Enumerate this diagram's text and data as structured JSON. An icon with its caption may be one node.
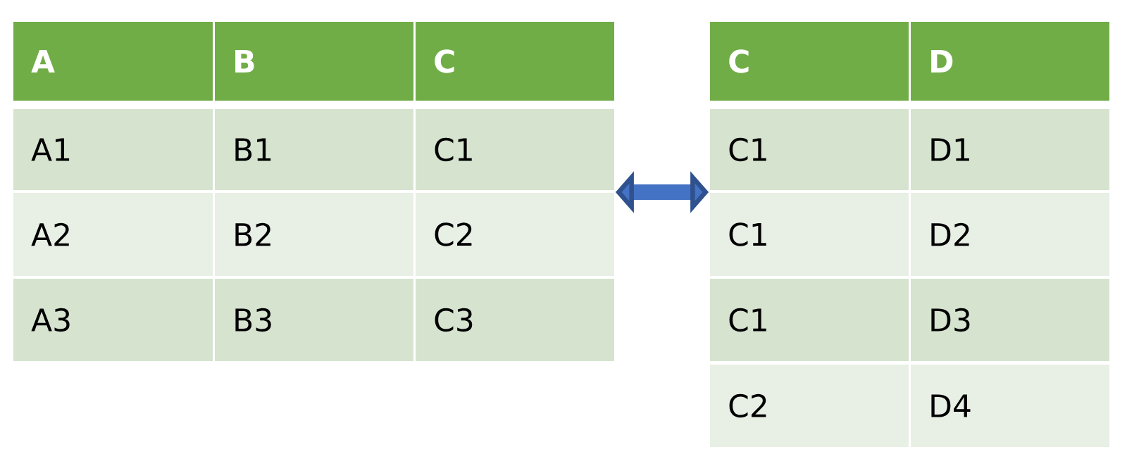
{
  "diagram": {
    "nodes": [
      {
        "text": [
          "A",
          "B",
          "C",
          "A1",
          "B1",
          "C1",
          "A2",
          "B2",
          "C2",
          "A3",
          "B3",
          "C3"
        ]
      },
      {
        "text": [
          "C",
          "D",
          "C1",
          "D1",
          "C1",
          "D2",
          "C1",
          "D3",
          "C2",
          "D4"
        ]
      }
    ],
    "edges": [
      {
        "from": 0,
        "to": 1,
        "arrow": "both"
      }
    ]
  }
}
